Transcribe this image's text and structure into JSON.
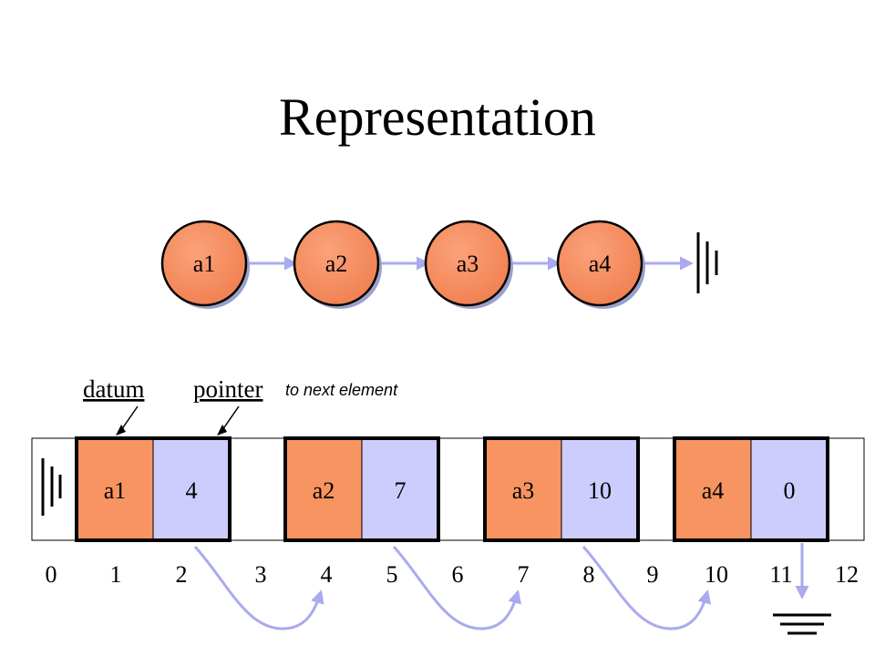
{
  "title": "Representation",
  "colors": {
    "datum_fill": "#f79461",
    "pointer_fill": "#cccdfd",
    "arrow": "#aaaaee",
    "outline": "#000000",
    "node_shadow": "#9aa0cc"
  },
  "nodes": [
    {
      "label": "a1"
    },
    {
      "label": "a2"
    },
    {
      "label": "a3"
    },
    {
      "label": "a4"
    }
  ],
  "labels": {
    "datum": "datum",
    "pointer": "pointer",
    "pointer_note": "to next element"
  },
  "memory": {
    "indices": [
      "0",
      "1",
      "2",
      "3",
      "4",
      "5",
      "6",
      "7",
      "8",
      "9",
      "10",
      "11",
      "12"
    ],
    "cells": [
      {
        "datum": "a1",
        "pointer": "4",
        "start_index": 1,
        "next_index": 4
      },
      {
        "datum": "a2",
        "pointer": "7",
        "start_index": 4,
        "next_index": 7
      },
      {
        "datum": "a3",
        "pointer": "10",
        "start_index": 7,
        "next_index": 10
      },
      {
        "datum": "a4",
        "pointer": "0",
        "start_index": 10,
        "next_index": 0
      }
    ]
  }
}
